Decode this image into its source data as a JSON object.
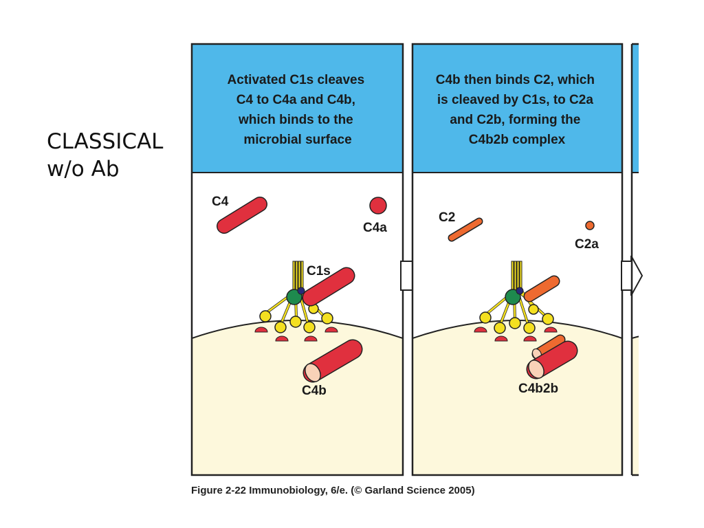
{
  "slide": {
    "title_line1": "CLASSICAL",
    "title_line2": "w/o Ab"
  },
  "panels": [
    {
      "header_lines": [
        "Activated C1s cleaves",
        "C4 to C4a and C4b,",
        "which binds to the",
        "microbial surface"
      ],
      "labels": {
        "free_large": "C4",
        "free_small": "C4a",
        "enzyme": "C1s",
        "bound": "C4b"
      }
    },
    {
      "header_lines": [
        "C4b then binds C2, which",
        "is cleaved by C1s, to C2a",
        "and C2b, forming the",
        "C4b2b complex"
      ],
      "labels": {
        "free_large": "C2",
        "free_small": "C2a",
        "bound": "C4b2b"
      }
    }
  ],
  "caption": "Figure 2-22  Immunobiology, 6/e. (© Garland Science 2005)",
  "colors": {
    "header_blue": "#4fb8ea",
    "surface_cream": "#fdf8dc",
    "c4_red": "#e0303e",
    "c2_orange": "#ee6a30",
    "c1q_yellow": "#f4e020",
    "c1_green": "#1e8a4e",
    "c1s_navy": "#2a2a7a"
  }
}
